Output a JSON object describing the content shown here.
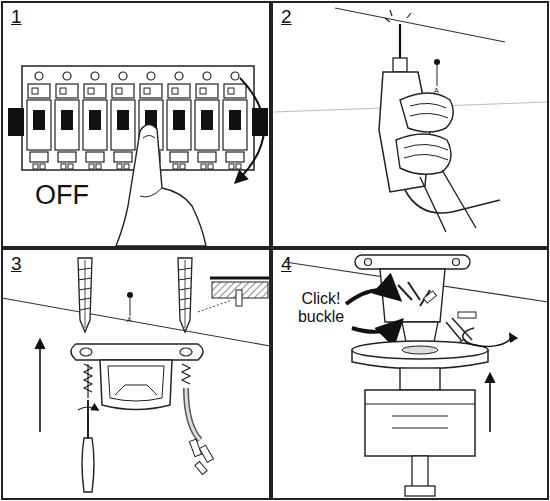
{
  "diagram": {
    "nodes": [
      {
        "text": [
          "1",
          "OFF"
        ]
      },
      {
        "text": [
          "2"
        ]
      },
      {
        "text": [
          "3"
        ]
      },
      {
        "text": [
          "4",
          "Click! buckle"
        ]
      }
    ],
    "labels": [
      "A",
      "A"
    ]
  }
}
